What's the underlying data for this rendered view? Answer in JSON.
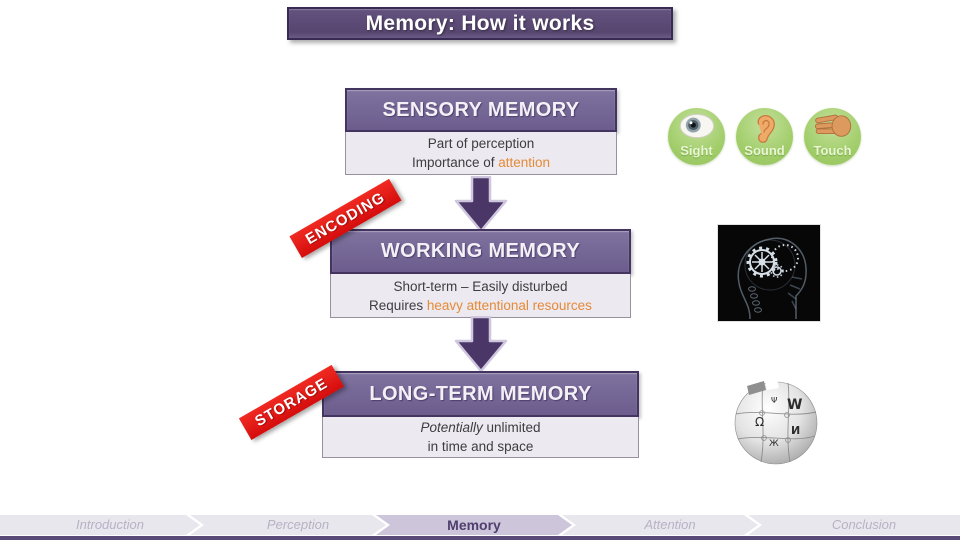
{
  "title": "Memory: How it works",
  "boxes": {
    "sensory": {
      "title": "SENSORY MEMORY",
      "line1": "Part of perception",
      "line2_pre": "Importance of ",
      "line2_highlight": "attention"
    },
    "working": {
      "title": "WORKING MEMORY",
      "line1": "Short-term – Easily disturbed",
      "line2_pre": "Requires ",
      "line2_highlight": "heavy attentional resources"
    },
    "longterm": {
      "title": "LONG-TERM MEMORY",
      "line1_italic": "Potentially",
      "line1_rest": " unlimited",
      "line2": "in time and space"
    }
  },
  "process_labels": {
    "encoding": "ENCODING",
    "storage": "STORAGE"
  },
  "senses": [
    {
      "label": "Sight",
      "icon": "eye-icon"
    },
    {
      "label": "Sound",
      "icon": "ear-icon"
    },
    {
      "label": "Touch",
      "icon": "hand-icon"
    }
  ],
  "images": {
    "brain": "brain-xray-image",
    "globe": "wikipedia-globe-image"
  },
  "nav": {
    "items": [
      {
        "label": "Introduction",
        "active": false
      },
      {
        "label": "Perception",
        "active": false
      },
      {
        "label": "Memory",
        "active": true
      },
      {
        "label": "Attention",
        "active": false
      },
      {
        "label": "Conclusion",
        "active": false
      }
    ]
  },
  "colors": {
    "title_purple": "#5a4a78",
    "header_purple": "#6e5f92",
    "accent_orange": "#e58a35",
    "banner_red": "#e11414",
    "sense_green": "#a3ce6c",
    "nav_active_text": "#503e6f"
  }
}
